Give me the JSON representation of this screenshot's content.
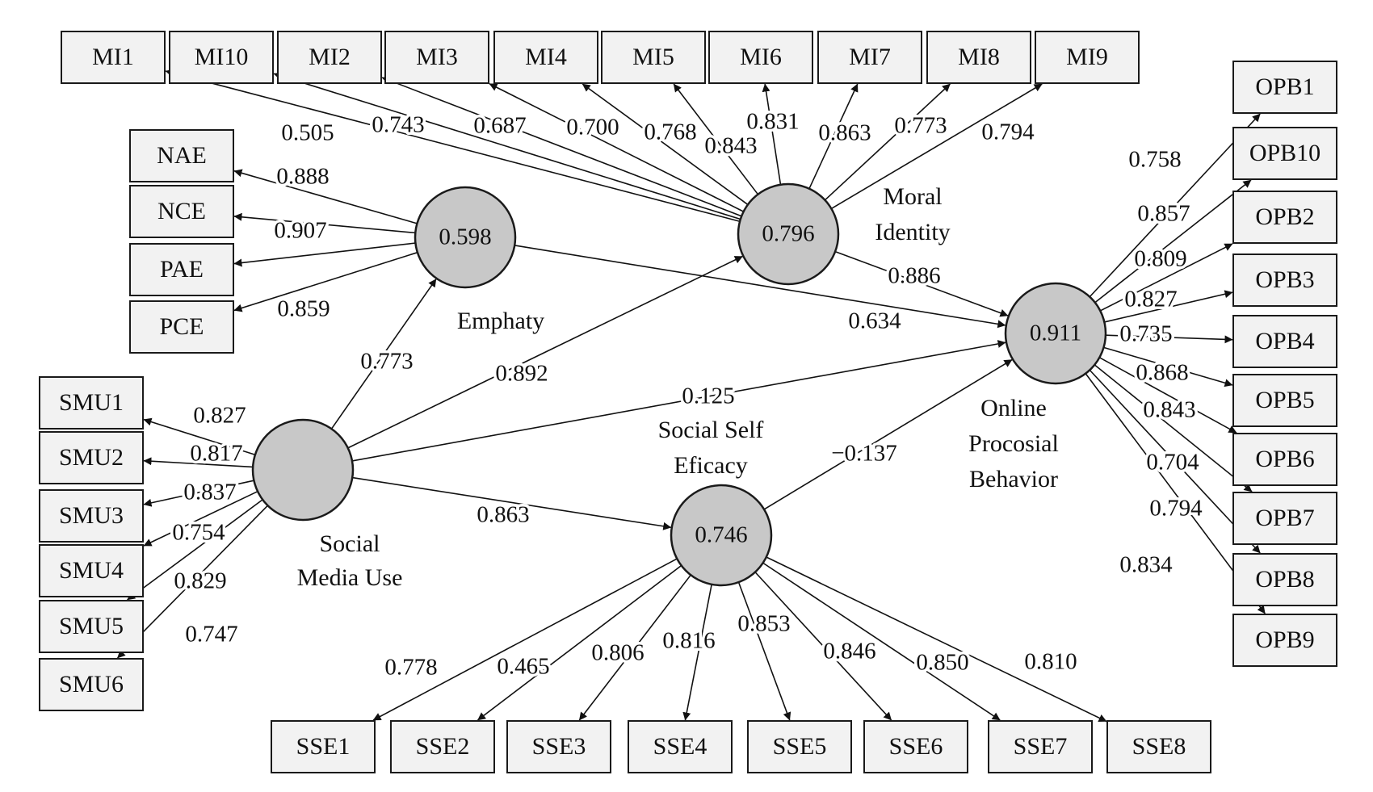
{
  "latent": {
    "SMU": {
      "name": [
        "Social",
        "Media Use"
      ],
      "r2": ""
    },
    "EMP": {
      "name": [
        "Emphaty"
      ],
      "r2": "0.598"
    },
    "MI": {
      "name": [
        "Moral",
        "Identity"
      ],
      "r2": "0.796"
    },
    "SSE": {
      "name": [
        "Social Self",
        "Eficacy"
      ],
      "r2": "0.746"
    },
    "OPB": {
      "name": [
        "Online",
        "Procosial",
        "Behavior"
      ],
      "r2": "0.911"
    }
  },
  "indicators": {
    "MI": [
      "MI1",
      "MI10",
      "MI2",
      "MI3",
      "MI4",
      "MI5",
      "MI6",
      "MI7",
      "MI8",
      "MI9"
    ],
    "EMP": [
      "NAE",
      "NCE",
      "PAE",
      "PCE"
    ],
    "SMU": [
      "SMU1",
      "SMU2",
      "SMU3",
      "SMU4",
      "SMU5",
      "SMU6"
    ],
    "SSE": [
      "SSE1",
      "SSE2",
      "SSE3",
      "SSE4",
      "SSE5",
      "SSE6",
      "SSE7",
      "SSE8"
    ],
    "OPB": [
      "OPB1",
      "OPB10",
      "OPB2",
      "OPB3",
      "OPB4",
      "OPB5",
      "OPB6",
      "OPB7",
      "OPB8",
      "OPB9"
    ]
  },
  "loadings": {
    "MI": [
      "0.505",
      "0.743",
      "0.687",
      "0.700",
      "0.768",
      "0.843",
      "0.831",
      "0.863",
      "0.773",
      "0.794"
    ],
    "EMP": [
      "0.888",
      "0.907",
      "",
      "0.859"
    ],
    "SMU": [
      "0.827",
      "0.817",
      "0.837",
      "0.754",
      "0.829",
      "0.747"
    ],
    "SSE": [
      "0.778",
      "0.465",
      "0.806",
      "0.816",
      "0.853",
      "0.846",
      "0.850",
      "0.810"
    ],
    "OPB": [
      "0.758",
      "0.857",
      "0.809",
      "0.827",
      "0.735",
      "0.868",
      "0.843",
      "0.704",
      "0.794",
      "0.834"
    ]
  },
  "paths": [
    {
      "from": "SMU",
      "to": "EMP",
      "coef": "0.773"
    },
    {
      "from": "SMU",
      "to": "MI",
      "coef": "0.892"
    },
    {
      "from": "SMU",
      "to": "OPB",
      "coef": "0.125"
    },
    {
      "from": "SMU",
      "to": "SSE",
      "coef": "0.863"
    },
    {
      "from": "EMP",
      "to": "OPB",
      "coef": "0.634"
    },
    {
      "from": "MI",
      "to": "OPB",
      "coef": "0.886"
    },
    {
      "from": "SSE",
      "to": "OPB",
      "coef": "−0.137"
    }
  ],
  "colors": {
    "box_fill": "#f2f2f2",
    "node_fill": "#c8c8c8",
    "line": "#111111"
  }
}
